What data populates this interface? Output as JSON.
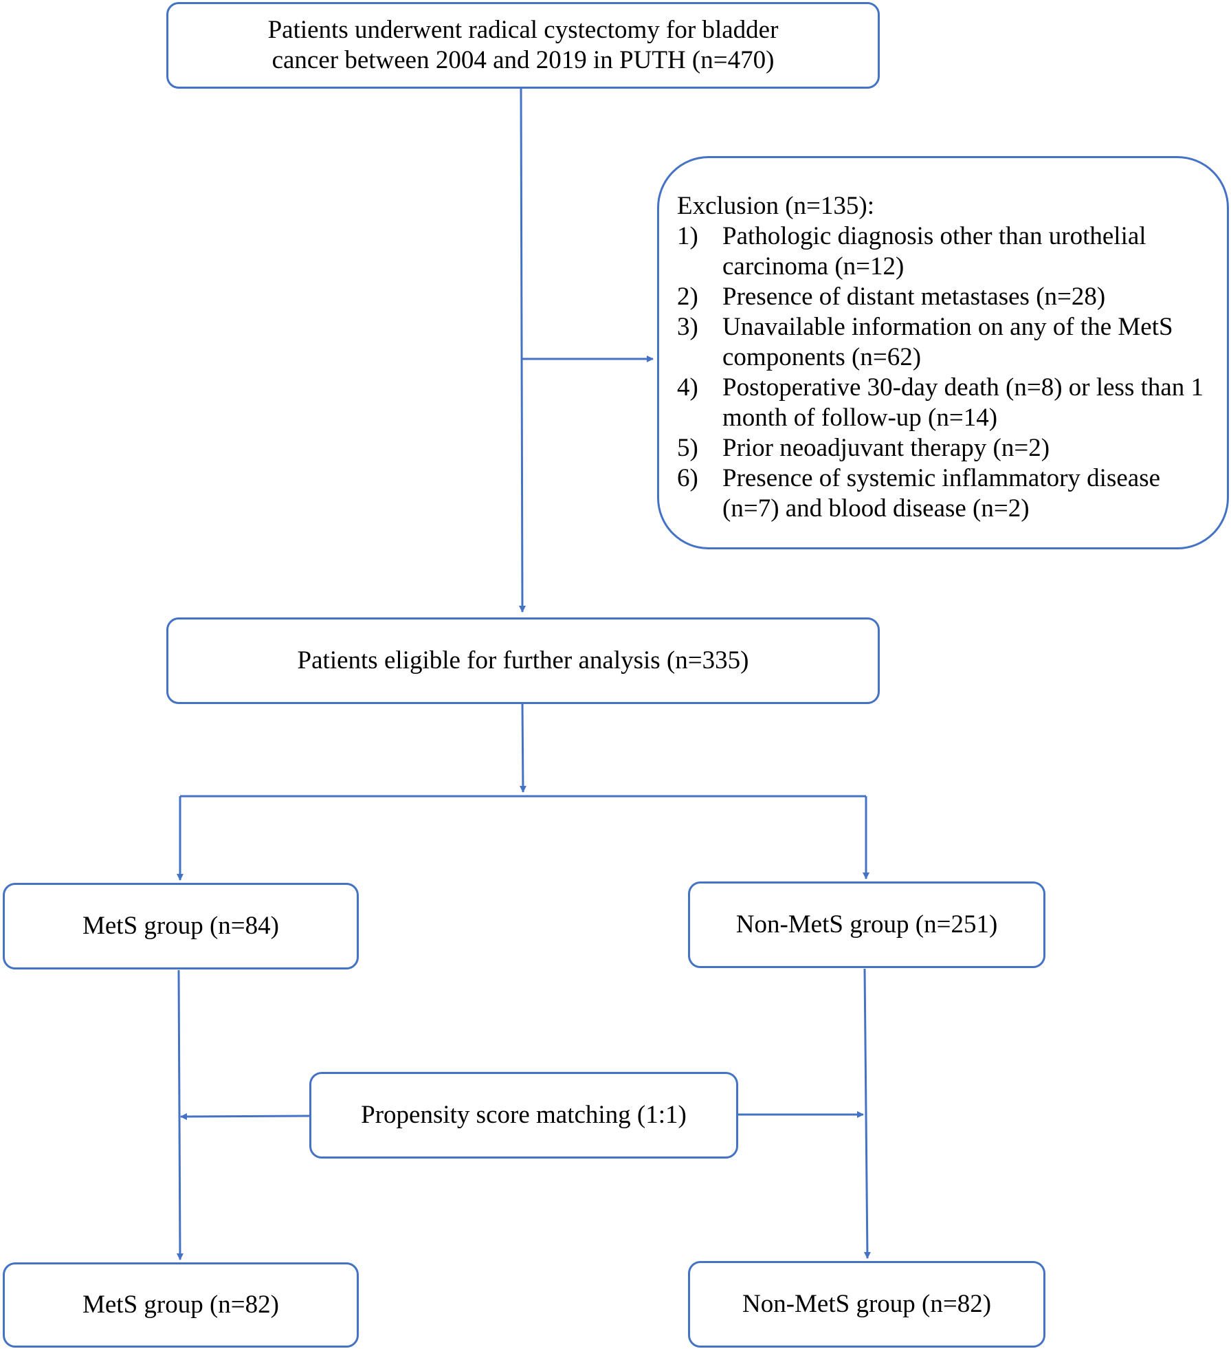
{
  "colors": {
    "stroke": "#4472C4",
    "text": "#000000",
    "background": "#ffffff"
  },
  "nodes": {
    "start": {
      "line1": "Patients underwent radical cystectomy for bladder",
      "line2": "cancer between 2004 and 2019 in PUTH (n=470)"
    },
    "exclusion": {
      "title": "Exclusion (n=135):",
      "items": [
        {
          "num": "1)",
          "text": "Pathologic diagnosis other than urothelial carcinoma (n=12)"
        },
        {
          "num": "2)",
          "text": "Presence of distant metastases (n=28)"
        },
        {
          "num": "3)",
          "text": "Unavailable information on any of the MetS components (n=62)"
        },
        {
          "num": "4)",
          "text": "Postoperative 30-day death (n=8) or less than 1 month of follow-up (n=14)"
        },
        {
          "num": "5)",
          "text": "Prior neoadjuvant therapy (n=2)"
        },
        {
          "num": "6)",
          "text": "Presence of systemic inflammatory disease (n=7) and blood disease (n=2)"
        }
      ]
    },
    "eligible": "Patients eligible for further analysis (n=335)",
    "mets_before": "MetS group (n=84)",
    "nonmets_before": "Non-MetS group (n=251)",
    "psm": "Propensity score matching (1:1)",
    "mets_after": "MetS group (n=82)",
    "nonmets_after": "Non-MetS group (n=82)"
  }
}
